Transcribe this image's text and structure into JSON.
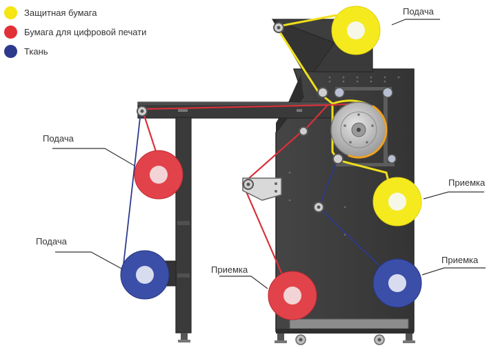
{
  "legend": [
    {
      "label": "Защитная бумага",
      "color": "#f5e614"
    },
    {
      "label": "Бумага для цифровой печати",
      "color": "#e03137"
    },
    {
      "label": "Ткань",
      "color": "#2d3a8c"
    }
  ],
  "labels": {
    "feed_top_right": "Подача",
    "feed_left_red": "Подача",
    "feed_left_blue": "Подача",
    "takeup_right_yellow": "Приемка",
    "takeup_bottom_red": "Приемка",
    "takeup_right_blue": "Приемка"
  },
  "colors": {
    "machine_body": "#3c3c3c",
    "machine_edge": "#262626",
    "protective_paper": "#f5e614",
    "digital_paper": "#e03137",
    "fabric": "#2d3a8c"
  },
  "icons": [
    "roll-icon",
    "wheel-icon"
  ]
}
